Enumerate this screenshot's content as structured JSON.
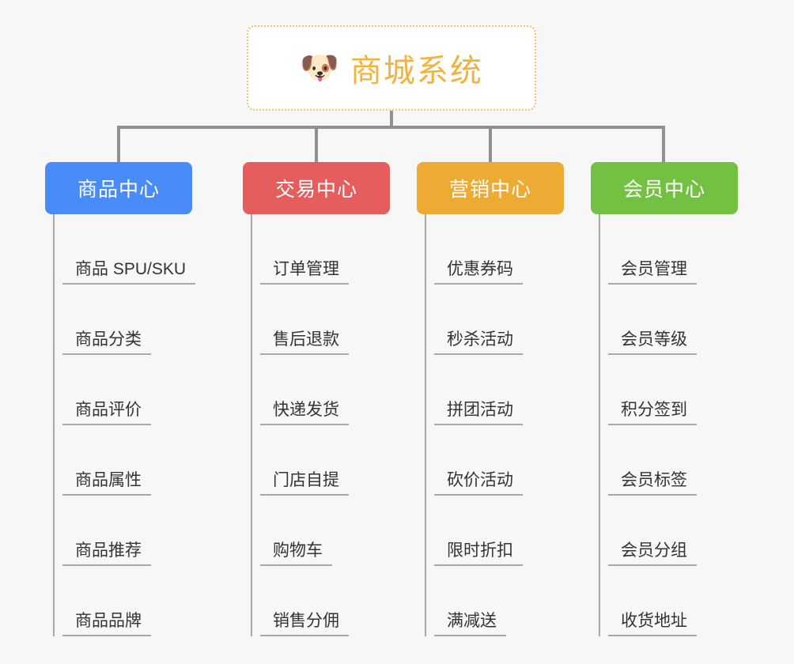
{
  "root": {
    "icon": "shiba-dog-face-icon",
    "emoji": "🐶",
    "title": "商城系统",
    "title_color": "#f2b33d",
    "border_color": "#f0c06a",
    "background": "#ffffff"
  },
  "canvas": {
    "background": "#f7f7f7",
    "connector_color": "#909090",
    "branch_line_color": "#a8a8a8",
    "item_text_color": "#333333"
  },
  "columns": [
    {
      "id": "product-center",
      "label": "商品中心",
      "color": "#4a8cf7",
      "items": [
        {
          "label": "商品 SPU/SKU"
        },
        {
          "label": "商品分类"
        },
        {
          "label": "商品评价"
        },
        {
          "label": "商品属性"
        },
        {
          "label": "商品推荐"
        },
        {
          "label": "商品品牌"
        }
      ]
    },
    {
      "id": "trade-center",
      "label": "交易中心",
      "color": "#e55d5d",
      "items": [
        {
          "label": "订单管理"
        },
        {
          "label": "售后退款"
        },
        {
          "label": "快递发货"
        },
        {
          "label": "门店自提"
        },
        {
          "label": "购物车"
        },
        {
          "label": "销售分佣"
        }
      ]
    },
    {
      "id": "marketing-center",
      "label": "营销中心",
      "color": "#eeab33",
      "items": [
        {
          "label": "优惠券码"
        },
        {
          "label": "秒杀活动"
        },
        {
          "label": "拼团活动"
        },
        {
          "label": "砍价活动"
        },
        {
          "label": "限时折扣"
        },
        {
          "label": "满减送"
        }
      ]
    },
    {
      "id": "member-center",
      "label": "会员中心",
      "color": "#74c042",
      "items": [
        {
          "label": "会员管理"
        },
        {
          "label": "会员等级"
        },
        {
          "label": "积分签到"
        },
        {
          "label": "会员标签"
        },
        {
          "label": "会员分组"
        },
        {
          "label": "收货地址"
        }
      ]
    }
  ]
}
